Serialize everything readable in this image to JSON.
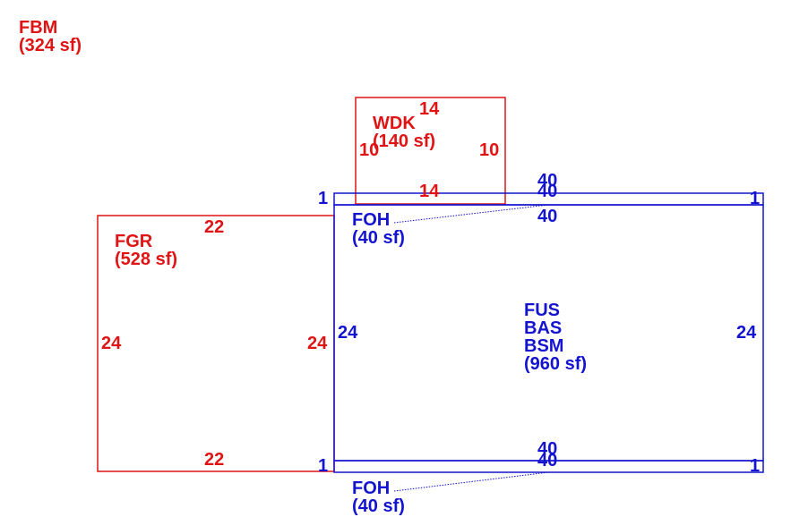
{
  "colors": {
    "red": "#e01414",
    "blue": "#1414d0"
  },
  "areas": {
    "fbm": {
      "code": "FBM",
      "area": "(324 sf)"
    },
    "wdk": {
      "code": "WDK",
      "area": "(140 sf)"
    },
    "fgr": {
      "code": "FGR",
      "area": "(528 sf)"
    },
    "foh_top": {
      "code": "FOH",
      "area": "(40 sf)"
    },
    "foh_bottom": {
      "code": "FOH",
      "area": "(40 sf)"
    },
    "main": {
      "code1": "FUS",
      "code2": "BAS",
      "code3": "BSM",
      "area": "(960 sf)"
    }
  },
  "dims": {
    "wdk_top": "14",
    "wdk_bottom": "14",
    "wdk_left": "10",
    "wdk_right": "10",
    "fgr_top": "22",
    "fgr_bottom": "22",
    "fgr_left": "24",
    "fgr_right": "24",
    "main_left": "24",
    "main_right": "24",
    "foh_top_a": "40",
    "foh_top_b": "40",
    "foh_top_c": "40",
    "foh_top_left": "1",
    "foh_top_right": "1",
    "foh_bot_a": "40",
    "foh_bot_b": "40",
    "foh_bot_left": "1",
    "foh_bot_right": "1"
  }
}
